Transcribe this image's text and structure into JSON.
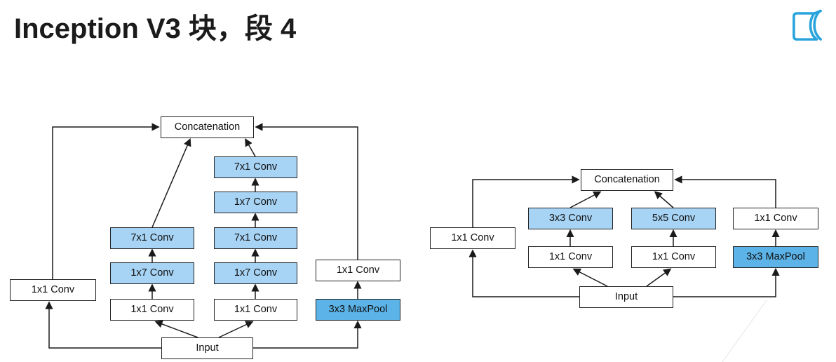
{
  "header": {
    "title": "Inception V3 块，段 4"
  },
  "icons": {
    "logo": "d2l-book-logo"
  },
  "colors": {
    "conv_blue": "#A7D3F4",
    "pool_blue": "#5BB3E8",
    "arrow": "#1a1a1a",
    "box_border": "#222222",
    "logo_blue": "#29A3DC",
    "title_color": "#1b1b1b"
  },
  "left": {
    "concat": "Concatenation",
    "branch_b": [
      "7x1 Conv",
      "1x7 Conv",
      "7x1 Conv",
      "1x7 Conv",
      "1x1 Conv"
    ],
    "branch_a": [
      "7x1 Conv",
      "1x7 Conv",
      "1x1 Conv"
    ],
    "shortcut": "1x1 Conv",
    "branch_c": [
      "1x1 Conv",
      "3x3 MaxPool"
    ],
    "input": "Input"
  },
  "right": {
    "concat": "Concatenation",
    "col1": [
      "3x3 Conv",
      "1x1 Conv"
    ],
    "col2": [
      "5x5 Conv",
      "1x1 Conv"
    ],
    "col3": [
      "1x1 Conv",
      "3x3 MaxPool"
    ],
    "shortcut": "1x1 Conv",
    "input": "Input"
  }
}
